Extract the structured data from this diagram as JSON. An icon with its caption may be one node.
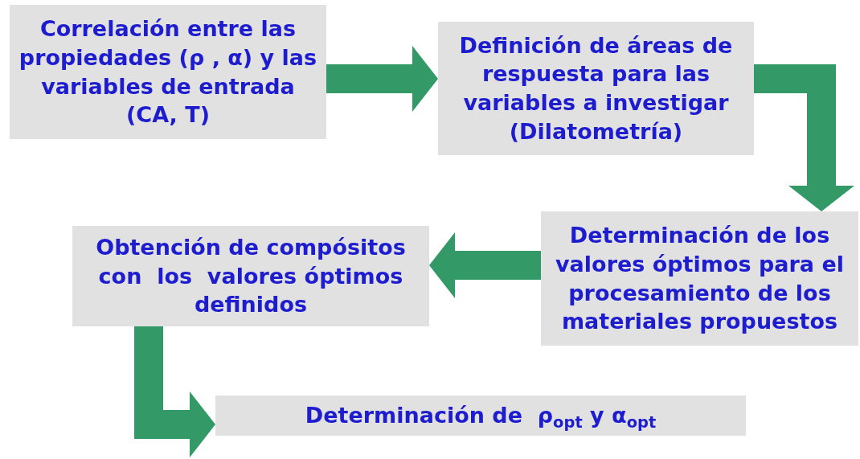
{
  "diagram": {
    "nodes": [
      {
        "text": [
          "Correlación entre las propiedades (ρ , α) y las variables de entrada (CA, T)"
        ]
      },
      {
        "text": [
          "Definición de áreas de respuesta para las variables a investigar (Dilatometría)"
        ]
      },
      {
        "text": [
          "Determinación de los valores óptimos para el procesamiento de los materiales propuestos"
        ]
      },
      {
        "text": [
          "Obtención de compósitos con  los  valores óptimos definidos"
        ]
      },
      {
        "text": [
          "Determinación de  ρ$_{opt}$ y α$_{opt}$"
        ]
      }
    ],
    "edges": [
      {
        "from": 0,
        "to": 1,
        "arrow": "to"
      },
      {
        "from": 1,
        "to": 2,
        "arrow": "to"
      },
      {
        "from": 2,
        "to": 3,
        "arrow": "to"
      },
      {
        "from": 3,
        "to": 4,
        "arrow": "to"
      }
    ]
  }
}
